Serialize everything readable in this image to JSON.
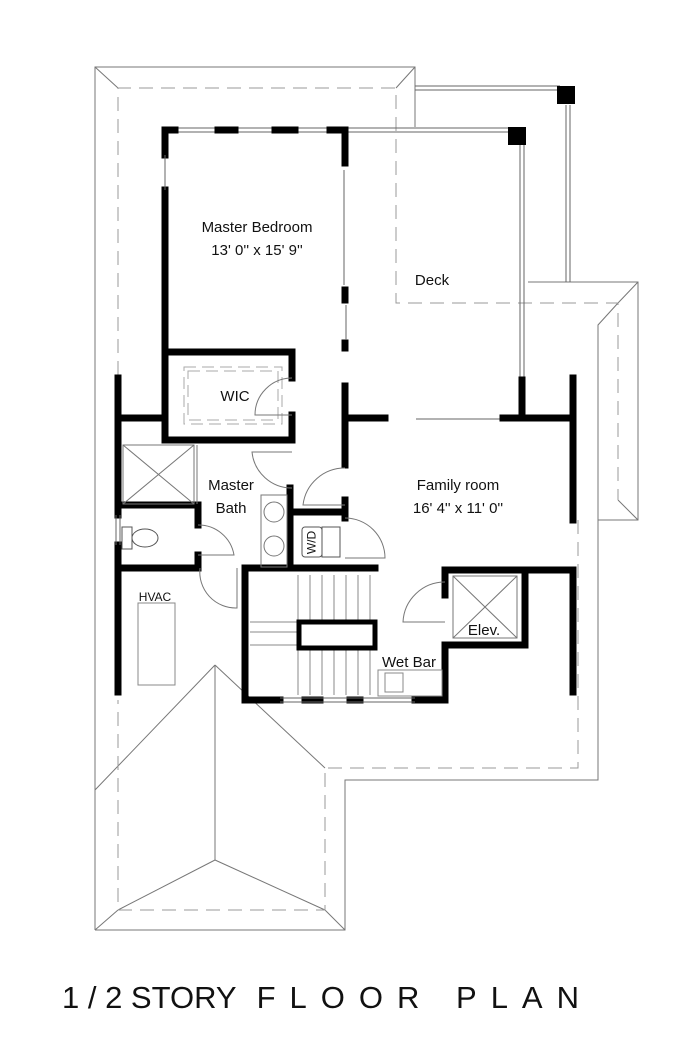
{
  "title": {
    "part1": "1 / 2 STORY",
    "part2": "FLOOR PLAN"
  },
  "rooms": {
    "master_bedroom": {
      "name": "Master Bedroom",
      "size": "13' 0'' x 15' 9''"
    },
    "deck": {
      "name": "Deck"
    },
    "wic": {
      "name": "WIC"
    },
    "master_bath": {
      "line1": "Master",
      "line2": "Bath"
    },
    "family_room": {
      "name": "Family room",
      "size": "16' 4'' x 11' 0''"
    },
    "hvac": {
      "name": "HVAC"
    },
    "elevator": {
      "name": "Elev."
    },
    "wet_bar": {
      "name": "Wet Bar"
    },
    "washer_dryer": {
      "name": "W/D"
    }
  }
}
